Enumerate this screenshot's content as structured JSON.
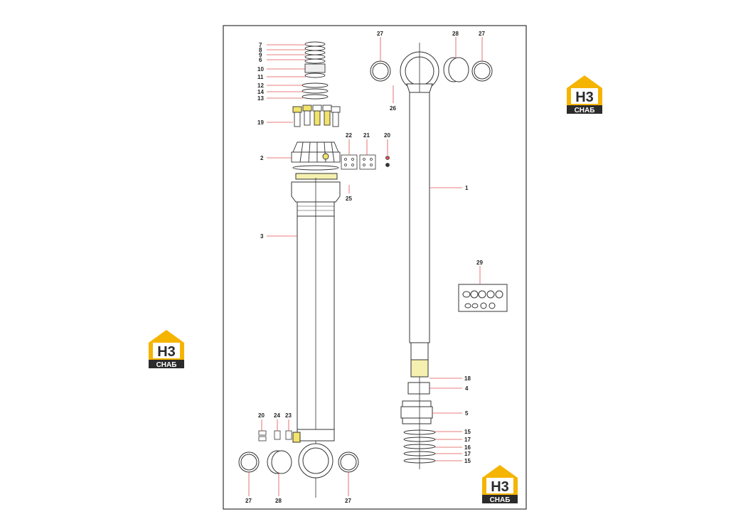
{
  "logo": {
    "letters": "H3",
    "brand": "СНАБ",
    "colors": {
      "yellow": "#f5b400",
      "dark": "#2b2b2b",
      "white": "#ffffff"
    }
  },
  "callouts": {
    "c7": "7",
    "c8": "8",
    "c9": "9",
    "c6": "6",
    "c10": "10",
    "c11": "11",
    "c12": "12",
    "c14": "14",
    "c13": "13",
    "c19": "19",
    "c2": "2",
    "c22": "22",
    "c21": "21",
    "c20": "20",
    "c25": "25",
    "c3": "3",
    "c27a": "27",
    "c28a": "28",
    "c27b": "27",
    "c26": "26",
    "c1": "1",
    "c29": "29",
    "c18": "18",
    "c4": "4",
    "c5": "5",
    "c15a": "15",
    "c17a": "17",
    "c16": "16",
    "c17b": "17",
    "c15b": "15",
    "c20b": "20",
    "c24": "24",
    "c23": "23",
    "c27c": "27",
    "c28b": "28",
    "c27d": "27"
  },
  "colors": {
    "leader": "#e05050",
    "line": "#333333",
    "highlight": "#f2e36a"
  }
}
